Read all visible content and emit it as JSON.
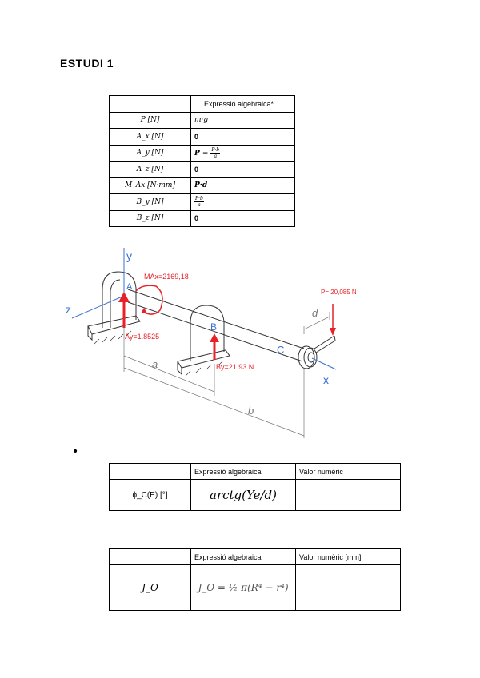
{
  "title": "ESTUDI 1",
  "table1": {
    "header": [
      "",
      "Expressió algebraica*"
    ],
    "rows": [
      {
        "label": "P [N]",
        "expr": "m·g"
      },
      {
        "label": "A_x [N]",
        "expr": "0"
      },
      {
        "label": "A_y [N]",
        "expr_main": "P −",
        "expr_num": "P·b",
        "expr_den": "a"
      },
      {
        "label": "A_z [N]",
        "expr": "0"
      },
      {
        "label": "M_Ax [N·mm]",
        "expr": "P·d"
      },
      {
        "label": "B_y [N]",
        "expr_num": "P·b",
        "expr_den": "a"
      },
      {
        "label": "B_z [N]",
        "expr": "0"
      }
    ]
  },
  "diagram": {
    "axis_y": "y",
    "axis_z": "z",
    "axis_x": "x",
    "point_a": "A",
    "point_b": "B",
    "point_c": "C",
    "dim_a": "a",
    "dim_b": "b",
    "dim_d": "d",
    "moment_label": "MAx=2169,18",
    "force_p": "P= 20,085 N",
    "force_ay": "Ay=1.8525",
    "force_by": "By=21.93 N",
    "colors": {
      "forces": "#e8202a",
      "axes": "#3d6fd6",
      "drawing": "#333333"
    }
  },
  "table2": {
    "header": [
      "",
      "Expressió algebraica",
      "Valor numèric"
    ],
    "row": {
      "label": "ϕ_C(E) [°]",
      "expr": "arctg(Ye/d)",
      "value": ""
    }
  },
  "table3": {
    "header": [
      "",
      "Expressió algebraica",
      "Valor numèric [mm]"
    ],
    "row": {
      "label": "J_O",
      "expr": "J_O = ½ π(R⁴ − r⁴)",
      "value": ""
    }
  }
}
